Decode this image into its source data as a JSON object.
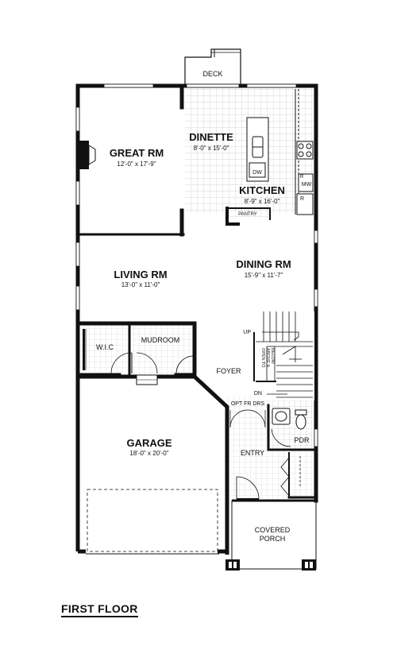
{
  "floor_title": "FIRST FLOOR",
  "rooms": {
    "deck": "DECK",
    "dinette": {
      "name": "DINETTE",
      "dims": "8'-0\" x 15'-0\""
    },
    "great_rm": {
      "name": "GREAT RM",
      "dims": "12'-0\" x 17'-9\""
    },
    "kitchen": {
      "name": "KITCHEN",
      "dims": "8'-9\" x 16'-0\""
    },
    "pantry": "PANTRY",
    "living_rm": {
      "name": "LIVING RM",
      "dims": "13'-0\" x 11'-0\""
    },
    "dining_rm": {
      "name": "DINING RM",
      "dims": "15'-9\" x 11'-7\""
    },
    "wic": "W.I.C",
    "mudroom": "MUDROOM",
    "foyer": "FOYER",
    "garage": {
      "name": "GARAGE",
      "dims": "18'-0\" x 20'-0\""
    },
    "pdr": "PDR",
    "entry": "ENTRY",
    "covered_porch": {
      "line1": "COVERED",
      "line2": "PORCH"
    }
  },
  "fixtures": {
    "dw": "DW",
    "mw": "MW",
    "r": "R",
    "up": "UP",
    "dn": "DN",
    "opt_fr_drs": "OPT FR DRS",
    "open_to_above": {
      "line1": "OPEN TO",
      "line2": "ABOVE &",
      "line3": "BELOW"
    }
  }
}
